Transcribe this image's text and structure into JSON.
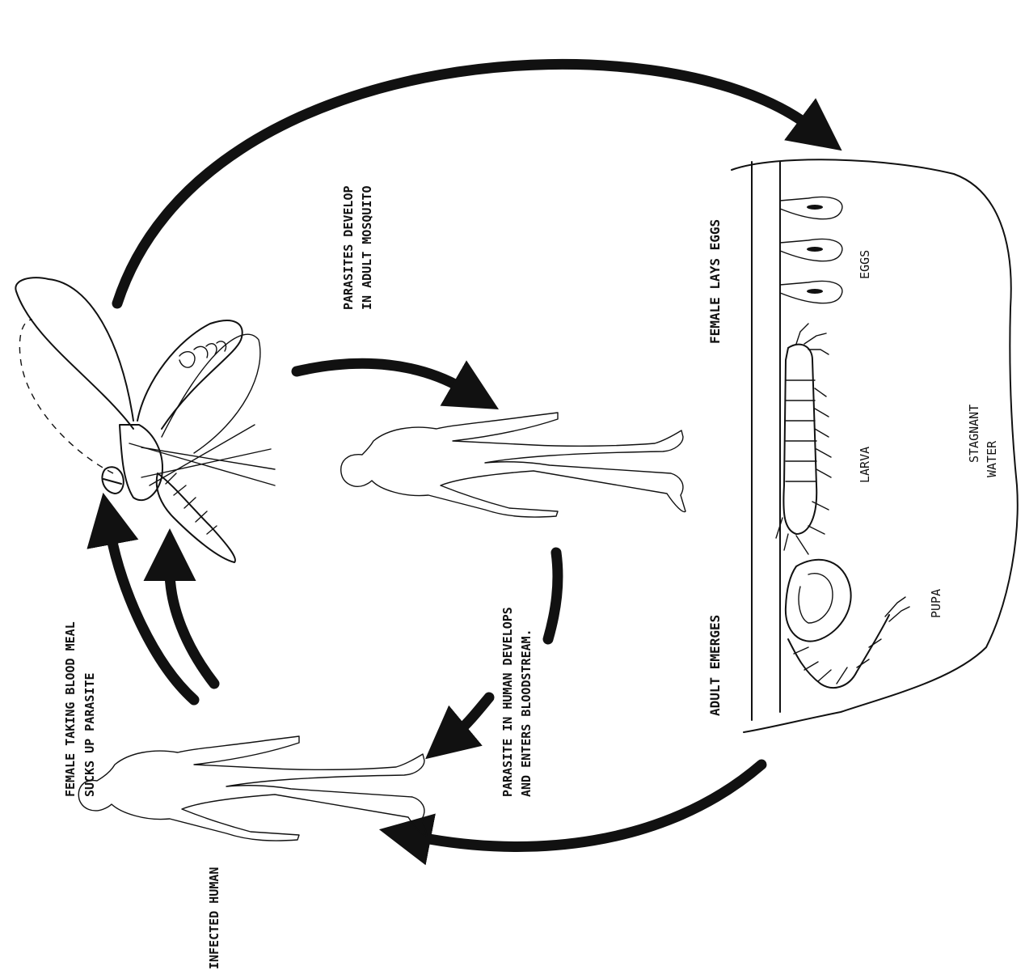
{
  "labels": {
    "female_taking_line1": "FEMALE TAKING BLOOD MEAL",
    "female_taking_line2": "SUCKS UP PARASITE",
    "infected_human": "INFECTED HUMAN",
    "parasites_develop_line1": "PARASITES DEVELOP",
    "parasites_develop_line2": "IN ADULT MOSQUITO",
    "parasite_human_line1": "PARASITE IN HUMAN DEVELOPS",
    "parasite_human_line2": "AND ENTERS BLOODSTREAM.",
    "female_lays_eggs": "FEMALE LAYS EGGS",
    "adult_emerges": "ADULT EMERGES",
    "eggs": "EGGS",
    "larva": "LARVA",
    "pupa": "PUPA",
    "stagnant_line1": "STAGNANT",
    "stagnant_line2": "WATER"
  },
  "colors": {
    "ink": "#111111",
    "paper": "#ffffff"
  }
}
